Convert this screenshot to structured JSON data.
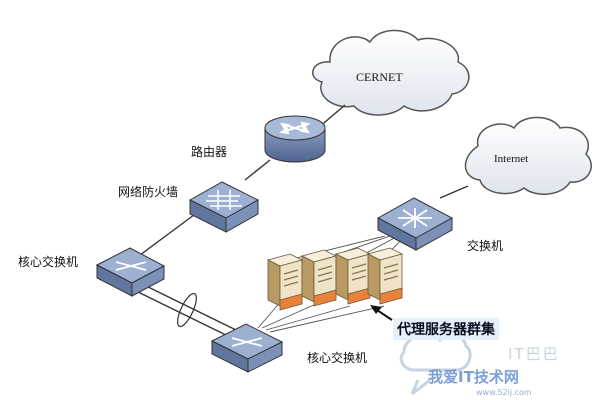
{
  "clouds": {
    "cernet": "CERNET",
    "internet": "Internet"
  },
  "devices": {
    "router": "路由器",
    "firewall": "网络防火墙",
    "core_switch_left": "核心交换机",
    "switch_right": "交换机",
    "core_switch_bottom": "核心交换机"
  },
  "cluster": {
    "label": "代理服务器群集"
  },
  "watermark": {
    "text": "我爱IT技术网",
    "url": "www.52ij.com",
    "brand": "IT巴巴"
  },
  "colors": {
    "device_fill": "#6f84ad",
    "device_top": "#9db0d2",
    "line": "#333333",
    "server_body": "#efe3c8",
    "server_side": "#b89a62",
    "server_base": "#e8823a",
    "watermark": "#4f7fc9"
  }
}
